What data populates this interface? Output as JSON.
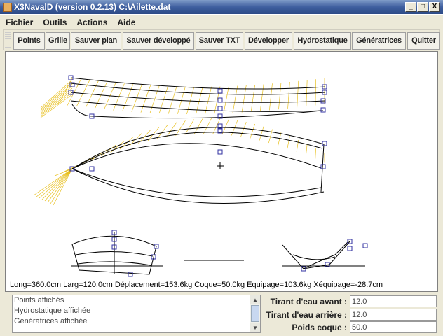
{
  "window": {
    "title": "X3NavalD (version 0.2.13) C:\\Ailette.dat",
    "minimize": "_",
    "maximize": "□",
    "close": "X"
  },
  "menu": [
    "Fichier",
    "Outils",
    "Actions",
    "Aide"
  ],
  "toolbar": [
    "Points",
    "Grille",
    "Sauver plan",
    "Sauver développé",
    "Sauver TXT",
    "Développer",
    "Hydrostatique",
    "Génératrices",
    "Quitter"
  ],
  "stats": "Long=360.0cm  Larg=120.0cm  Déplacement=153.6kg  Coque=50.0kg  Equipage=103.6kg  Xéquipage=-28.7cm",
  "log": [
    "Points affichés",
    "Hydrostatique affichée",
    "Génératrices affichée"
  ],
  "fields": [
    {
      "label": "Tirant d'eau avant :",
      "value": "12.0"
    },
    {
      "label": "Tirant d'eau arrière :",
      "value": "12.0"
    },
    {
      "label": "Poids coque :",
      "value": "50.0"
    }
  ],
  "colors": {
    "generatrices": "#e8c020",
    "points": "#3030a0"
  }
}
